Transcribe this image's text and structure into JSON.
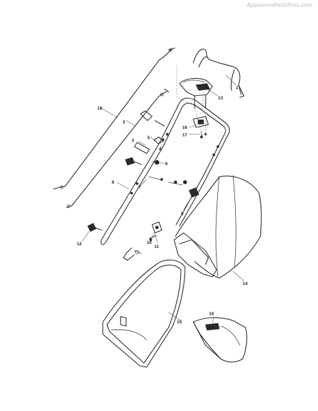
{
  "watermark": "AppliancePartsPros.com",
  "callouts": [
    {
      "id": "c1",
      "label": "1"
    },
    {
      "id": "c2",
      "label": "2"
    },
    {
      "id": "c3",
      "label": "3"
    },
    {
      "id": "c4",
      "label": "4"
    },
    {
      "id": "c5",
      "label": "5"
    },
    {
      "id": "c6",
      "label": "6"
    },
    {
      "id": "c7",
      "label": "7"
    },
    {
      "id": "c8",
      "label": "8"
    },
    {
      "id": "c9",
      "label": "9"
    },
    {
      "id": "c10a",
      "label": "10"
    },
    {
      "id": "c10b",
      "label": "10"
    },
    {
      "id": "c11",
      "label": "11"
    },
    {
      "id": "c12",
      "label": "12"
    },
    {
      "id": "c13",
      "label": "13"
    },
    {
      "id": "c14",
      "label": "14"
    },
    {
      "id": "c15",
      "label": "15"
    },
    {
      "id": "c16",
      "label": "16"
    },
    {
      "id": "c17",
      "label": "17"
    },
    {
      "id": "c18",
      "label": "18"
    }
  ]
}
